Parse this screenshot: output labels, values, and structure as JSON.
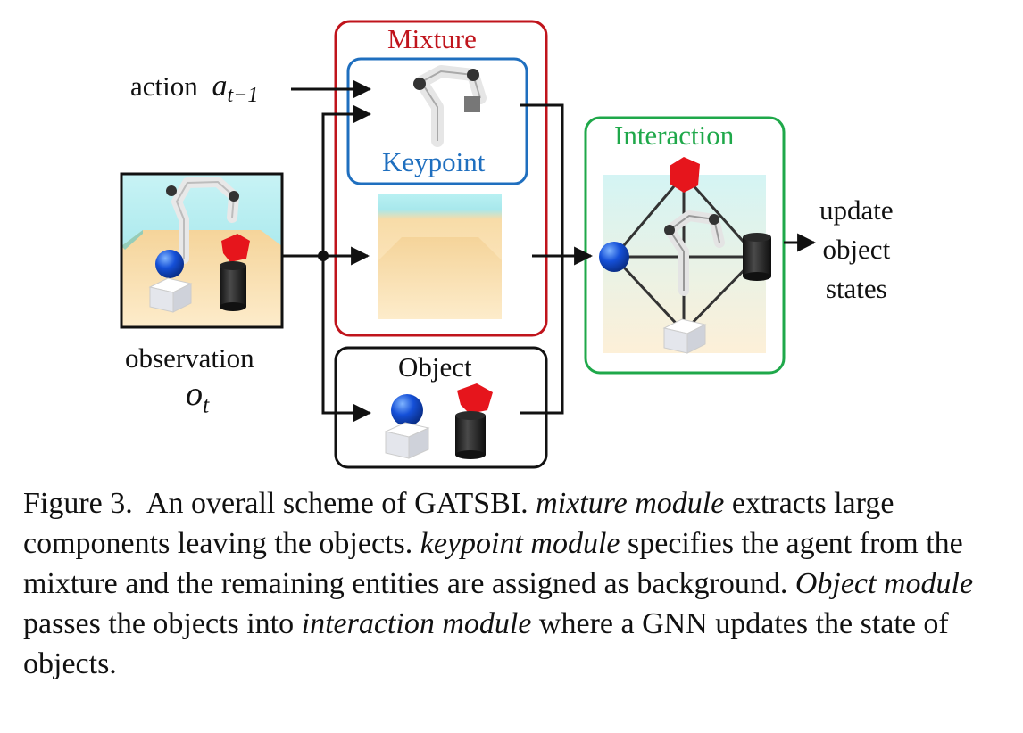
{
  "diagram": {
    "inputs": {
      "action_label": "action",
      "action_symbol": "a",
      "action_subscript": "t−1",
      "observation_label": "observation",
      "observation_symbol": "o",
      "observation_subscript": "t"
    },
    "modules": {
      "mixture_title": "Mixture",
      "keypoint_title": "Keypoint",
      "object_title": "Object",
      "interaction_title": "Interaction"
    },
    "output": {
      "line1": "update",
      "line2": "object",
      "line3": "states"
    },
    "colors": {
      "mixture": "#c0141c",
      "keypoint": "#1f6fbf",
      "interaction": "#1fa84a",
      "object": "#111111",
      "sky": "#bff0f3",
      "floor": "#fbe3b5"
    }
  },
  "caption": {
    "s1_figure": "Figure 3.",
    "s2": "An overall scheme of GATSBI.",
    "s3_italic": "mixture module",
    "s4": "extracts large components leaving the objects.",
    "s5_italic": "keypoint module",
    "s6": "specifies the agent from the mixture and the remaining entities are assigned as background.",
    "s7_italic": "Object module",
    "s8": "passes the objects into",
    "s9_italic": "interaction module",
    "s10": "where a GNN updates the state of objects."
  }
}
